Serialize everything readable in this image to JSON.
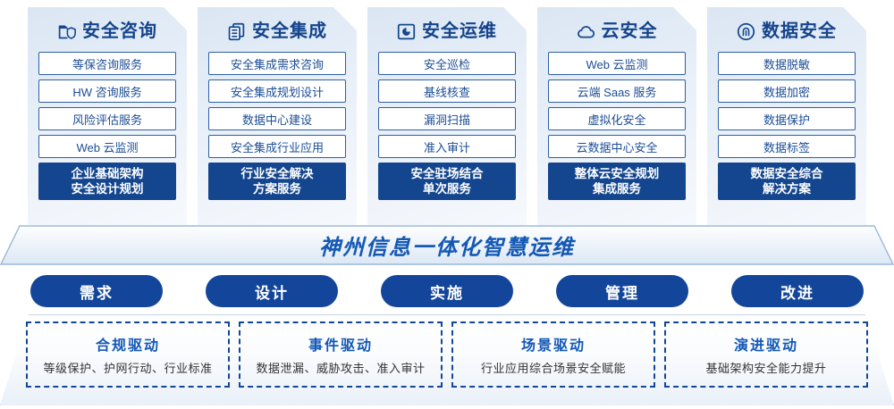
{
  "columns": [
    {
      "icon": "folder-shield-icon",
      "title": "安全咨询",
      "items": [
        "等保咨询服务",
        "HW 咨询服务",
        "风险评估服务",
        "Web 云监测"
      ],
      "highlight": [
        "企业基础架构",
        "安全设计规划"
      ]
    },
    {
      "icon": "stacked-documents-icon",
      "title": "安全集成",
      "items": [
        "安全集成需求咨询",
        "安全集成规划设计",
        "数据中心建设",
        "安全集成行业应用"
      ],
      "highlight": [
        "行业安全解决",
        "方案服务"
      ]
    },
    {
      "icon": "monitor-chart-icon",
      "title": "安全运维",
      "items": [
        "安全巡检",
        "基线核查",
        "漏洞扫描",
        "准入审计"
      ],
      "highlight": [
        "安全驻场结合",
        "单次服务"
      ]
    },
    {
      "icon": "cloud-icon",
      "title": "云安全",
      "items": [
        "Web 云监测",
        "云端 Saas 服务",
        "虚拟化安全",
        "云数据中心安全"
      ],
      "highlight": [
        "整体云安全规划",
        "集成服务"
      ]
    },
    {
      "icon": "fingerprint-icon",
      "title": "数据安全",
      "items": [
        "数据脱敏",
        "数据加密",
        "数据保护",
        "数据标签"
      ],
      "highlight": [
        "数据安全综合",
        "解决方案"
      ]
    }
  ],
  "banner": {
    "title": "神州信息一体化智慧运维"
  },
  "pills": [
    {
      "label": "需求"
    },
    {
      "label": "设计"
    },
    {
      "label": "实施"
    },
    {
      "label": "管理"
    },
    {
      "label": "改进"
    }
  ],
  "drivers": [
    {
      "title": "合规驱动",
      "subtitle": "等级保护、护网行动、行业标准"
    },
    {
      "title": "事件驱动",
      "subtitle": "数据泄漏、威胁攻击、准入审计"
    },
    {
      "title": "场景驱动",
      "subtitle": "行业应用综合场景安全赋能"
    },
    {
      "title": "演进驱动",
      "subtitle": "基础架构安全能力提升"
    }
  ],
  "colors": {
    "deep_blue": "#14468f",
    "pill_blue": "#13469a",
    "title_blue": "#14448c",
    "banner_blue": "#1458b4",
    "item_border": "#2e5fa3"
  }
}
